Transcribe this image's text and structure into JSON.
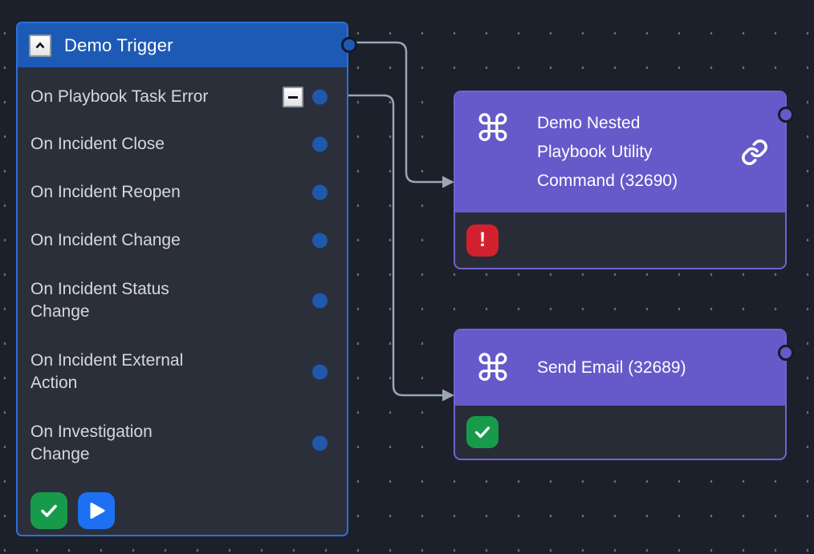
{
  "canvas": {
    "background_color": "#1b202b",
    "grid_dot_color": "#686d75",
    "wire_color": "#9aa6b4"
  },
  "trigger_panel": {
    "title": "Demo Trigger",
    "header_color": "#1d5ab5",
    "border_color": "#2e6fd9",
    "port_color": "#2058ab",
    "outputs": [
      {
        "label": "On Playbook Task Error",
        "has_remove_button": true
      },
      {
        "label": "On Incident Close",
        "has_remove_button": false
      },
      {
        "label": "On Incident Reopen",
        "has_remove_button": false
      },
      {
        "label": "On Incident Change",
        "has_remove_button": false
      },
      {
        "label": "On Incident Status\nChange",
        "has_remove_button": false
      },
      {
        "label": "On Incident External\nAction",
        "has_remove_button": false
      },
      {
        "label": "On Investigation\nChange",
        "has_remove_button": false
      }
    ],
    "footer_buttons": [
      {
        "name": "approve",
        "icon": "check",
        "color": "#179b4b"
      },
      {
        "name": "run",
        "icon": "play",
        "color": "#1e70f2"
      }
    ]
  },
  "nodes": [
    {
      "title": "Demo Nested\nPlaybook Utility\nCommand (32690)",
      "type_icon": "command",
      "has_link_icon": true,
      "header_color": "#6659c9",
      "status": "error",
      "status_glyph": "!",
      "status_color": "#d2212e"
    },
    {
      "title": "Send Email (32689)",
      "type_icon": "command",
      "has_link_icon": false,
      "header_color": "#6659c9",
      "status": "success",
      "status_color": "#179b4b"
    }
  ],
  "icons": {
    "command": "⌘",
    "collapse": "chevron-up",
    "remove": "minus",
    "link": "chain-link",
    "check": "checkmark",
    "play": "play-triangle",
    "error": "exclamation"
  },
  "connections": [
    {
      "from": "Demo Trigger",
      "to": "Demo Nested Playbook Utility Command (32690)"
    },
    {
      "from": "On Playbook Task Error",
      "to": "Send Email (32689)"
    }
  ]
}
